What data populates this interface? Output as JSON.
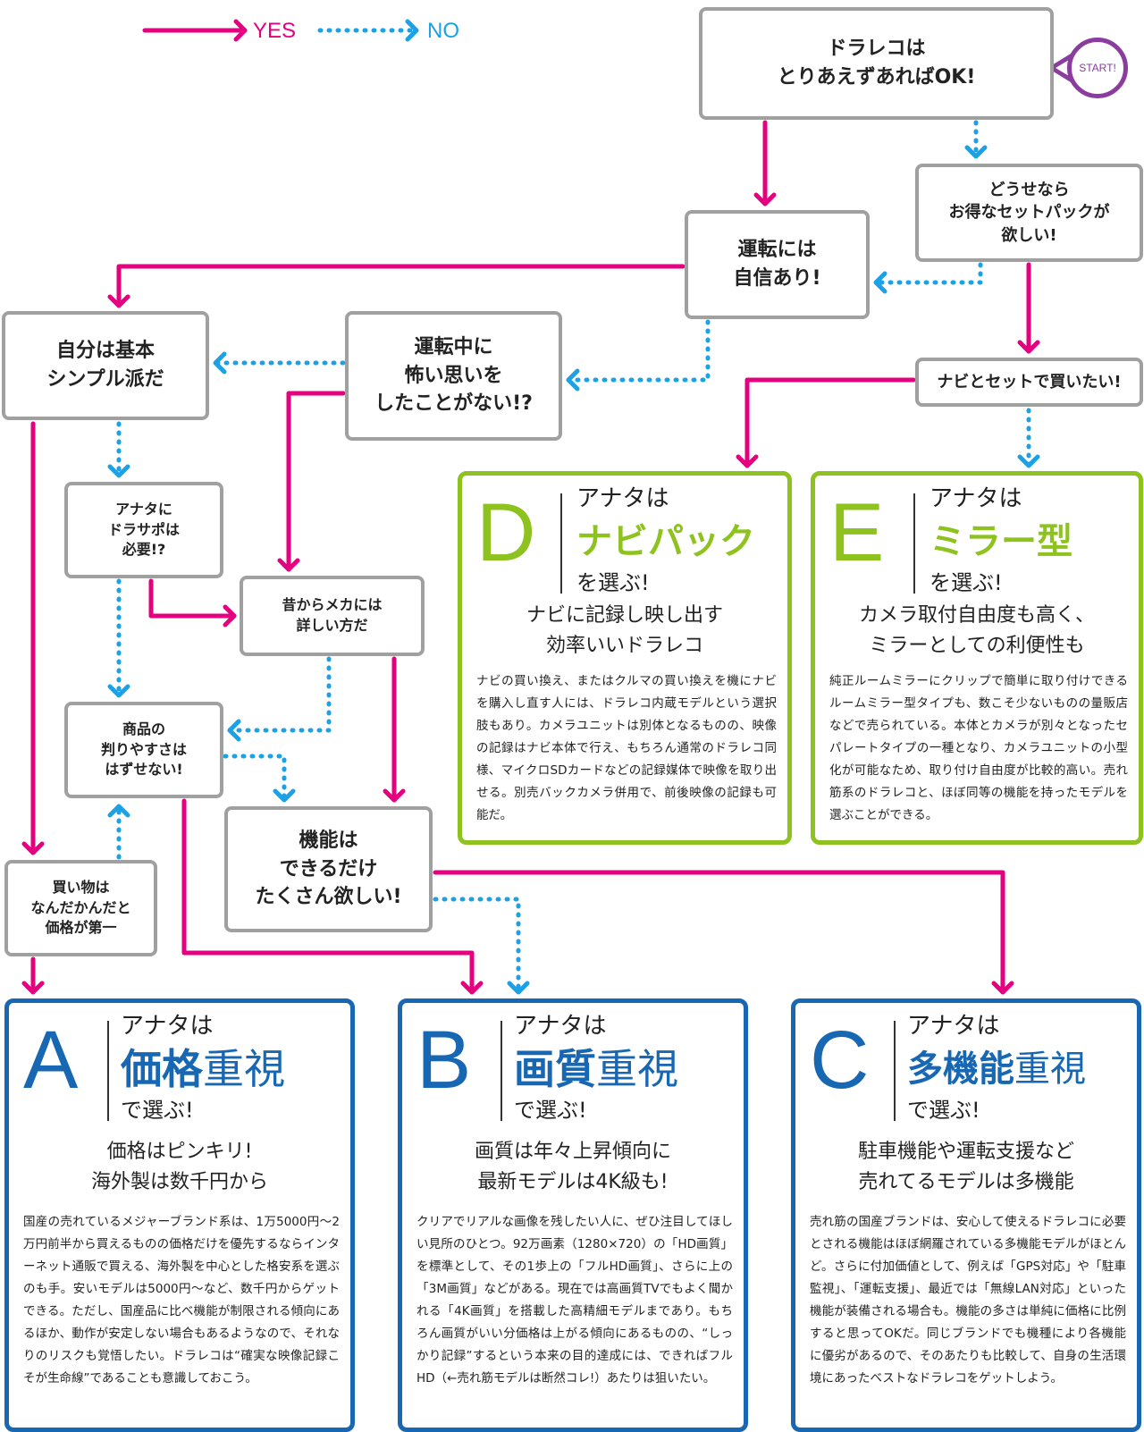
{
  "legend": {
    "yes": "YES",
    "no": "NO",
    "yes_color": "#e5007f",
    "no_color": "#1da1e6"
  },
  "start": "START!",
  "questions": {
    "q1": "ドラレコは\nとりあえずあればOK!",
    "q_set": "どうせなら\nお得なセットパックが\n欲しい!",
    "q_drive": "運転には\n自信あり!",
    "q_navi": "ナビとセットで買いたい!",
    "q_fear": "運転中に\n怖い思いを\nしたことがない!?",
    "q_simple": "自分は基本\nシンプル派だ",
    "q_support": "アナタに\nドラサポは\n必要!?",
    "q_mecha": "昔からメカには\n詳しい方だ",
    "q_clarity": "商品の\n判りやすさは\nはずせない!",
    "q_many": "機能は\nできるだけ\nたくさん欲しい!",
    "q_price": "買い物は\nなんだかんだと\n価格が第一"
  },
  "results": {
    "A": {
      "letter": "A",
      "you": "アナタは",
      "title_strong": "価格",
      "title_rest": "重視",
      "choose": "で選ぶ!",
      "sub": "価格はピンキリ!\n海外製は数千円から",
      "body": "国産の売れているメジャーブランド系は、1万5000円〜2万円前半から買えるものの価格だけを優先するならインターネット通販で買える、海外製を中心とした格安系を選ぶのも手。安いモデルは5000円〜など、数千円からゲットできる。ただし、国産品に比べ機能が制限される傾向にあるほか、動作が安定しない場合もあるようなので、それなりのリスクも覚悟したい。ドラレコは“確実な映像記録こそが生命線”であることも意識しておこう。"
    },
    "B": {
      "letter": "B",
      "you": "アナタは",
      "title_strong": "画質",
      "title_rest": "重視",
      "choose": "で選ぶ!",
      "sub": "画質は年々上昇傾向に\n最新モデルは4K級も!",
      "body": "クリアでリアルな画像を残したい人に、ぜひ注目してほしい見所のひとつ。92万画素（1280×720）の「HD画質」を標準として、その1歩上の「フルHD画質」、さらに上の「3M画質」などがある。現在では高画質TVでもよく聞かれる「4K画質」を搭載した高精細モデルまであり。もちろん画質がいい分価格は上がる傾向にあるものの、“しっかり記録”するという本来の目的達成には、できればフルHD（←売れ筋モデルは断然コレ!）あたりは狙いたい。"
    },
    "C": {
      "letter": "C",
      "you": "アナタは",
      "title_strong": "多機能",
      "title_rest": "重視",
      "choose": "で選ぶ!",
      "sub": "駐車機能や運転支援など\n売れてるモデルは多機能",
      "body": "売れ筋の国産ブランドは、安心して使えるドラレコに必要とされる機能はほぼ網羅されている多機能モデルがほとんど。さらに付加価値として、例えば「GPS対応」や「駐車監視」、「運転支援」、最近では「無線LAN対応」といった機能が装備される場合も。機能の多さは単純に価格に比例すると思ってOKだ。同じブランドでも機種により各機能に優劣があるので、そのあたりも比較して、自身の生活環境にあったベストなドラレコをゲットしよう。"
    },
    "D": {
      "letter": "D",
      "you": "アナタは",
      "title_strong": "ナビパック",
      "title_rest": "",
      "choose": "を選ぶ!",
      "sub": "ナビに記録し映し出す\n効率いいドラレコ",
      "body": "ナビの買い換え、またはクルマの買い換えを機にナビを購入し直す人には、ドラレコ内蔵モデルという選択肢もあり。カメラユニットは別体となるものの、映像の記録はナビ本体で行え、もちろん通常のドラレコ同様、マイクロSDカードなどの記録媒体で映像を取り出せる。別売バックカメラ併用で、前後映像の記録も可能だ。"
    },
    "E": {
      "letter": "E",
      "you": "アナタは",
      "title_strong": "ミラー型",
      "title_rest": "",
      "choose": "を選ぶ!",
      "sub": "カメラ取付自由度も高く、\nミラーとしての利便性も",
      "body": "純正ルームミラーにクリップで簡単に取り付けできるルームミラー型タイプも、数こそ少ないものの量販店などで売られている。本体とカメラが別々となったセパレートタイプの一種となり、カメラユニットの小型化が可能なため、取り付け自由度が比較的高い。売れ筋系のドラレコと、ほぼ同等の機能を持ったモデルを選ぶことができる。"
    }
  },
  "colors": {
    "result_blue": "#1767b3",
    "result_green": "#8dc21f",
    "box_border": "#a0a0a0",
    "start_purple": "#8a3d9e"
  }
}
